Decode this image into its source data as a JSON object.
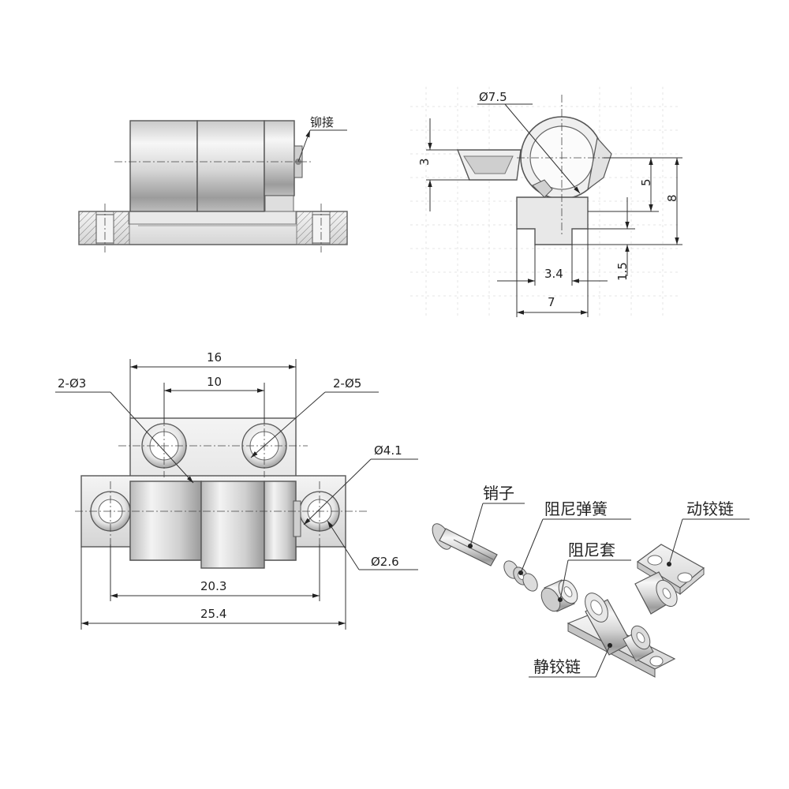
{
  "views": {
    "front": {
      "rivet_label": "铆接"
    },
    "side": {
      "diameter_label": "Ø7.5",
      "dim_height_left": "3",
      "dim_height_mid": "5",
      "dim_height_total": "8",
      "dim_width_small": "3.4",
      "dim_width_total": "7",
      "dim_thickness": "1.5"
    },
    "top": {
      "dim_inner_width": "16",
      "dim_hole_spacing": "10",
      "hole_left_label": "2-Ø3",
      "hole_right_label": "2-Ø5",
      "diameter_outer": "Ø4.1",
      "diameter_inner": "Ø2.6",
      "dim_hole_to_hole": "20.3",
      "dim_total_width": "25.4"
    },
    "exploded": {
      "pin": "销子",
      "damping_spring": "阻尼弹簧",
      "moving_hinge": "动铰链",
      "damping_sleeve": "阻尼套",
      "static_hinge": "静铰链"
    }
  }
}
